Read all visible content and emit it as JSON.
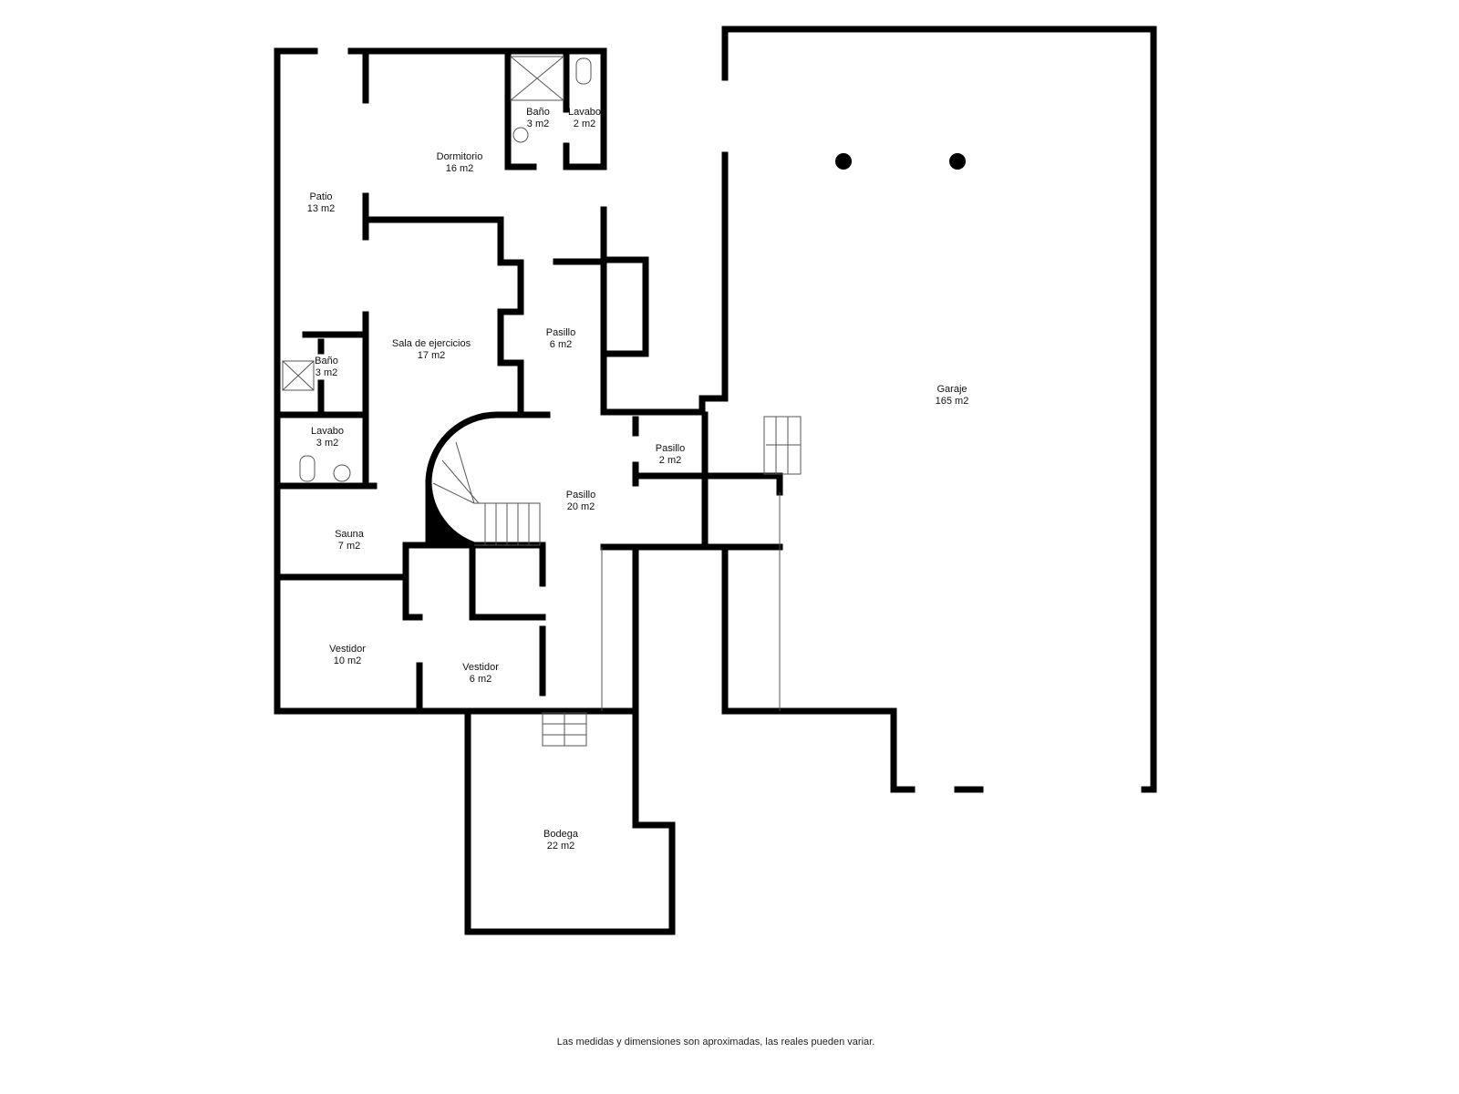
{
  "rooms": [
    {
      "name": "Patio",
      "area": "13 m2"
    },
    {
      "name": "Dormitorio",
      "area": "16 m2"
    },
    {
      "name": "Baño",
      "area": "3 m2"
    },
    {
      "name": "Lavabo",
      "area": "2 m2"
    },
    {
      "name": "Sala de ejercicios",
      "area": "17 m2"
    },
    {
      "name": "Pasillo",
      "area": "6 m2"
    },
    {
      "name": "Baño",
      "area": "3 m2"
    },
    {
      "name": "Lavabo",
      "area": "3 m2"
    },
    {
      "name": "Pasillo",
      "area": "2 m2"
    },
    {
      "name": "Pasillo",
      "area": "20 m2"
    },
    {
      "name": "Sauna",
      "area": "7 m2"
    },
    {
      "name": "Vestidor",
      "area": "10 m2"
    },
    {
      "name": "Vestidor",
      "area": "6 m2"
    },
    {
      "name": "Bodega",
      "area": "22 m2"
    },
    {
      "name": "Garaje",
      "area": "165 m2"
    }
  ],
  "footer": "Las medidas y dimensiones son aproximadas, las reales pueden variar.",
  "colors": {
    "walls": "#000000",
    "background": "#ffffff"
  }
}
